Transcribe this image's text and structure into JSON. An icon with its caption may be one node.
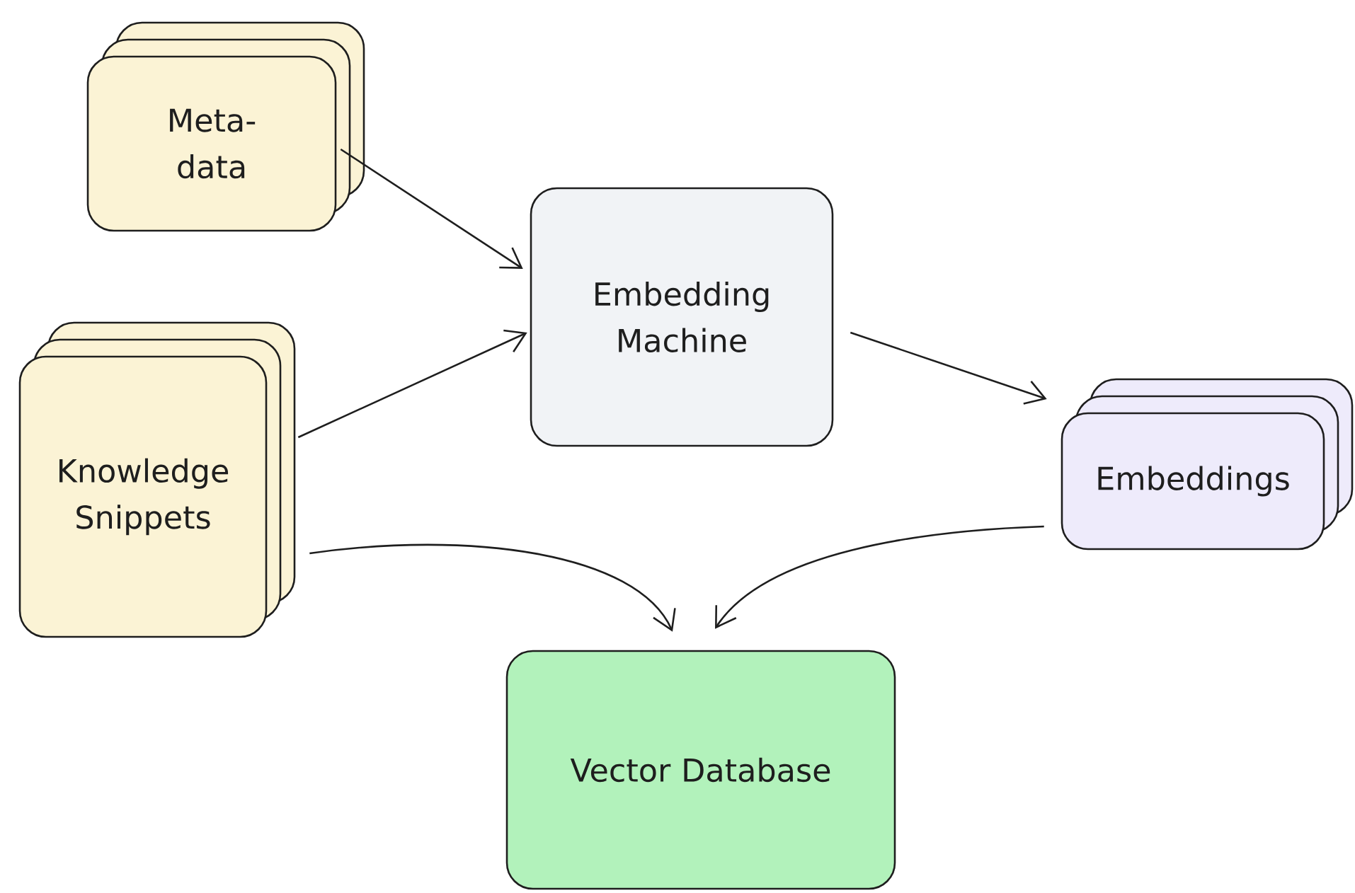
{
  "diagram": {
    "nodes": [
      {
        "text": [
          "Meta-data"
        ]
      },
      {
        "text": [
          "Knowledge Snippets"
        ]
      },
      {
        "text": [
          "Embedding Machine"
        ]
      },
      {
        "text": [
          "Embeddings"
        ]
      },
      {
        "text": [
          "Vector Database"
        ]
      }
    ],
    "edges": [
      {
        "from": 0,
        "to": 2,
        "arrow": "to"
      },
      {
        "from": 1,
        "to": 2,
        "arrow": "to"
      },
      {
        "from": 2,
        "to": 3,
        "arrow": "to"
      },
      {
        "from": 1,
        "to": 4,
        "arrow": "to"
      },
      {
        "from": 3,
        "to": 4,
        "arrow": "to"
      }
    ]
  }
}
